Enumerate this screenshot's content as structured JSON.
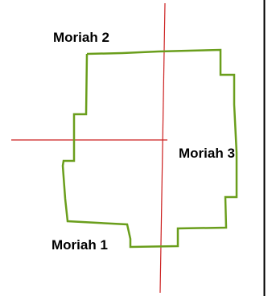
{
  "map": {
    "labels": {
      "moriah_1": "Moriah 1",
      "moriah_2": "Moriah 2",
      "moriah_3": "Moriah 3"
    },
    "colors": {
      "boundary": "#6a9e1c",
      "crosshair": "#cc1f1f",
      "frame_edge": "#000000",
      "background": "#ffffff"
    }
  }
}
